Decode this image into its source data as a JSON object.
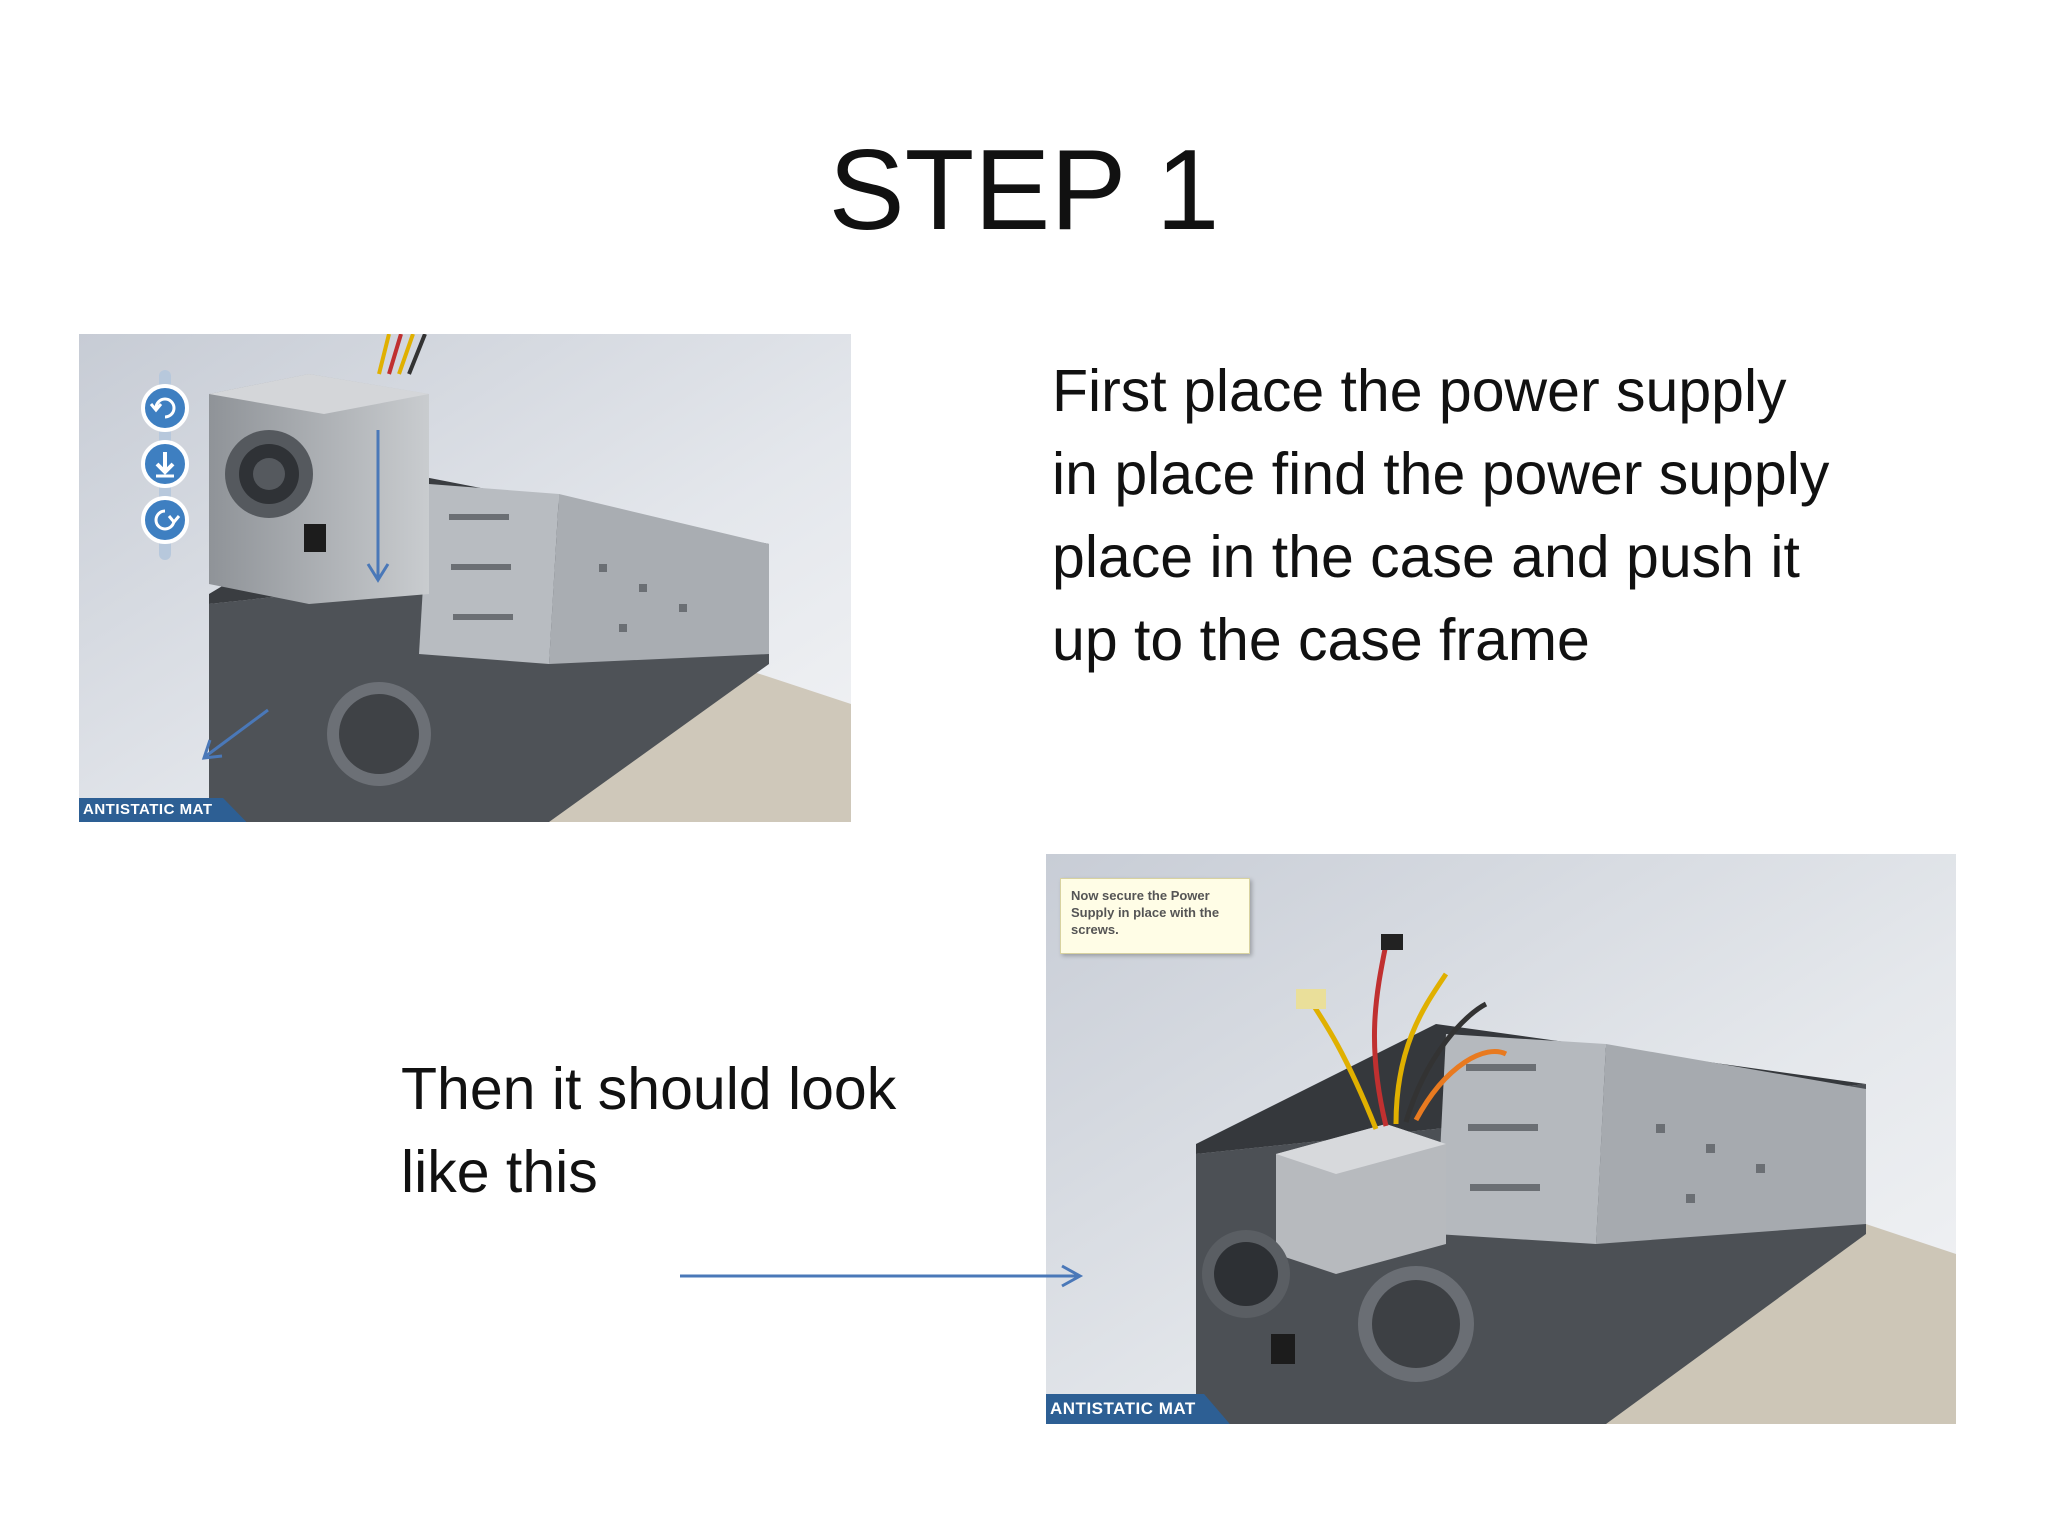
{
  "slide": {
    "title": "STEP 1",
    "instruction": "First place the power supply in place find the power supply place in the case and push it up to the case frame",
    "followup": "Then it should look like this"
  },
  "image_top": {
    "mat_label": "ANTISTATIC MAT",
    "controls": [
      "rotate-left-icon",
      "drop-down-icon",
      "rotate-right-icon"
    ]
  },
  "image_bottom": {
    "note": "Now secure the Power Supply in place with the screws.",
    "mat_label": "ANTISTATIC MAT"
  },
  "colors": {
    "arrow": "#4a78b8",
    "mat": "#2d5f94",
    "case": "#55595f",
    "psu": "#b9bcc0"
  }
}
